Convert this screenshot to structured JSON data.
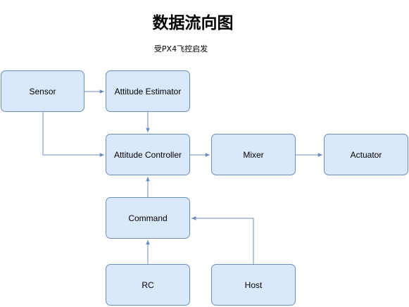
{
  "diagram": {
    "title": "数据流向图",
    "subtitle": "受PX4飞控启发",
    "colors": {
      "node_fill": "#dae8fc",
      "node_border": "#6c8ebf",
      "edge": "#6c8ebf"
    },
    "nodes": {
      "sensor": "Sensor",
      "attitude_estimator": "Attitude Estimator",
      "attitude_controller": "Attitude Controller",
      "mixer": "Mixer",
      "actuator": "Actuator",
      "command": "Command",
      "rc": "RC",
      "host": "Host"
    },
    "edges": [
      {
        "from": "Sensor",
        "to": "Attitude Estimator"
      },
      {
        "from": "Sensor",
        "to": "Attitude Controller"
      },
      {
        "from": "Attitude Estimator",
        "to": "Attitude Controller"
      },
      {
        "from": "Attitude Controller",
        "to": "Mixer"
      },
      {
        "from": "Mixer",
        "to": "Actuator"
      },
      {
        "from": "Command",
        "to": "Attitude Controller"
      },
      {
        "from": "RC",
        "to": "Command"
      },
      {
        "from": "Host",
        "to": "Command"
      }
    ]
  }
}
